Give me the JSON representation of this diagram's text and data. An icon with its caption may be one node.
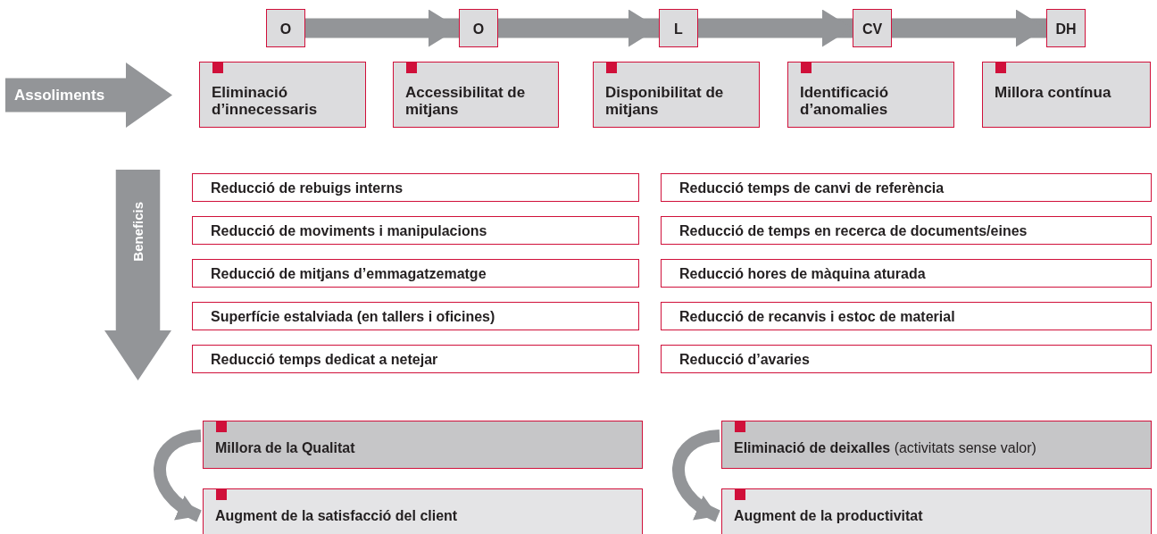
{
  "diagram": {
    "nodes": [
      {
        "text": [
          "O"
        ]
      },
      {
        "text": [
          "O"
        ]
      },
      {
        "text": [
          "L"
        ]
      },
      {
        "text": [
          "CV"
        ]
      },
      {
        "text": [
          "DH"
        ]
      },
      {
        "text": [
          "Assoliments"
        ]
      },
      {
        "text": [
          "Eliminació d’innecessaris"
        ]
      },
      {
        "text": [
          "Accessibilitat de mitjans"
        ]
      },
      {
        "text": [
          "Disponibilitat de mitjans"
        ]
      },
      {
        "text": [
          "Identificació d’anomalies"
        ]
      },
      {
        "text": [
          "Millora contínua"
        ]
      },
      {
        "text": [
          "Beneficis"
        ]
      },
      {
        "text": [
          "Reducció de rebuigs interns"
        ]
      },
      {
        "text": [
          "Reducció temps de canvi de referència"
        ]
      },
      {
        "text": [
          "Reducció de moviments i manipulacions"
        ]
      },
      {
        "text": [
          "Reducció de temps en recerca de documents/eines"
        ]
      },
      {
        "text": [
          "Reducció de mitjans d’emmagatzematge"
        ]
      },
      {
        "text": [
          "Reducció hores de màquina aturada"
        ]
      },
      {
        "text": [
          "Superfície estalviada (en tallers i oficines)"
        ]
      },
      {
        "text": [
          "Reducció de recanvis i estoc de material"
        ]
      },
      {
        "text": [
          "Reducció temps dedicat a netejar"
        ]
      },
      {
        "text": [
          "Reducció d’avaries"
        ]
      },
      {
        "text": [
          "Millora de la Qualitat"
        ]
      },
      {
        "text": [
          "**Eliminació de deixalles** (activitats sense valor)"
        ]
      },
      {
        "text": [
          "Augment de la satisfacció del client"
        ]
      },
      {
        "text": [
          "Augment de la productivitat"
        ]
      }
    ],
    "edges": [
      {
        "from": 0,
        "to": 1,
        "arrow": "to"
      },
      {
        "from": 1,
        "to": 2,
        "arrow": "to"
      },
      {
        "from": 2,
        "to": 3,
        "arrow": "to"
      },
      {
        "from": 3,
        "to": 4,
        "arrow": "to"
      },
      {
        "from": 22,
        "to": 24,
        "arrow": "to"
      },
      {
        "from": 23,
        "to": 25,
        "arrow": "to"
      }
    ]
  }
}
